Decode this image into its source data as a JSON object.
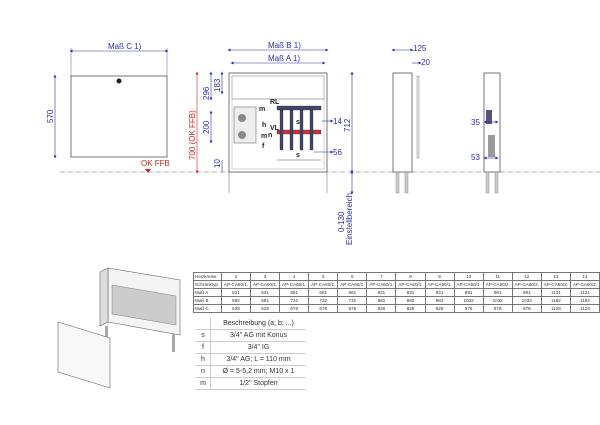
{
  "front_view": {
    "dim_width": "Maß C 1)",
    "dim_height": "570",
    "floor_label": "OK FFB"
  },
  "open_view": {
    "dim_outer": "Maß B 1)",
    "dim_inner": "Maß A 1)",
    "dim_total_height": "700 (OK FFB)",
    "dim_296": "296",
    "dim_183": "183",
    "dim_200": "200",
    "dim_10": "10",
    "dim_712": "712",
    "dim_14": "14",
    "dim_56": "56",
    "adjust_range": "0-130",
    "adjust_label": "Einstellbereich",
    "labels": {
      "rl": "RL",
      "vl": "VL",
      "m": "m",
      "h": "h",
      "n": "n",
      "f": "f",
      "s": "s"
    }
  },
  "side_view": {
    "dim_125": "125",
    "dim_20": "20"
  },
  "section_view": {
    "dim_35": "35",
    "dim_53": "53"
  },
  "spec_table": {
    "headers": [
      "Heizkreise",
      "2",
      "3",
      "4",
      "5",
      "6",
      "7",
      "8",
      "9",
      "10",
      "11",
      "12",
      "13",
      "14"
    ],
    "rows": [
      [
        "Schranktyp",
        "AP-CA60/1.",
        "AP-CA60/1.",
        "AP-CA60/1.",
        "AP-CA60/1.",
        "AP-CA60/1.",
        "AP-CA60/1.",
        "AP-CA60/1.",
        "AP-CA60/1.",
        "AP-CA60/1.",
        "AP-CA60/2.",
        "AP-CA60/2.",
        "AP-CA60/2.",
        "AP-CA60/2."
      ],
      [
        "Maß A",
        "531",
        "531",
        "681",
        "681",
        "681",
        "831",
        "831",
        "831",
        "981",
        "981",
        "981",
        "1131",
        "1131"
      ],
      [
        "Maß B",
        "582",
        "582",
        "732",
        "732",
        "732",
        "882",
        "882",
        "882",
        "1032",
        "1032",
        "1032",
        "1182",
        "1182"
      ],
      [
        "Maß C",
        "528",
        "528",
        "678",
        "678",
        "678",
        "828",
        "828",
        "828",
        "978",
        "978",
        "978",
        "1128",
        "1128"
      ]
    ]
  },
  "legend": {
    "title": "Beschreibung (a; b; ...)",
    "rows": [
      {
        "key": "s",
        "desc": "3/4\" AG mit Konus"
      },
      {
        "key": "f",
        "desc": "3/4\" IG"
      },
      {
        "key": "h",
        "desc": "3/4\" AG; L = 110 mm"
      },
      {
        "key": "n",
        "desc": "Ø = 5-5,2 mm; M10 x 1"
      },
      {
        "key": "m",
        "desc": "1/2\" Stopfen"
      }
    ]
  }
}
